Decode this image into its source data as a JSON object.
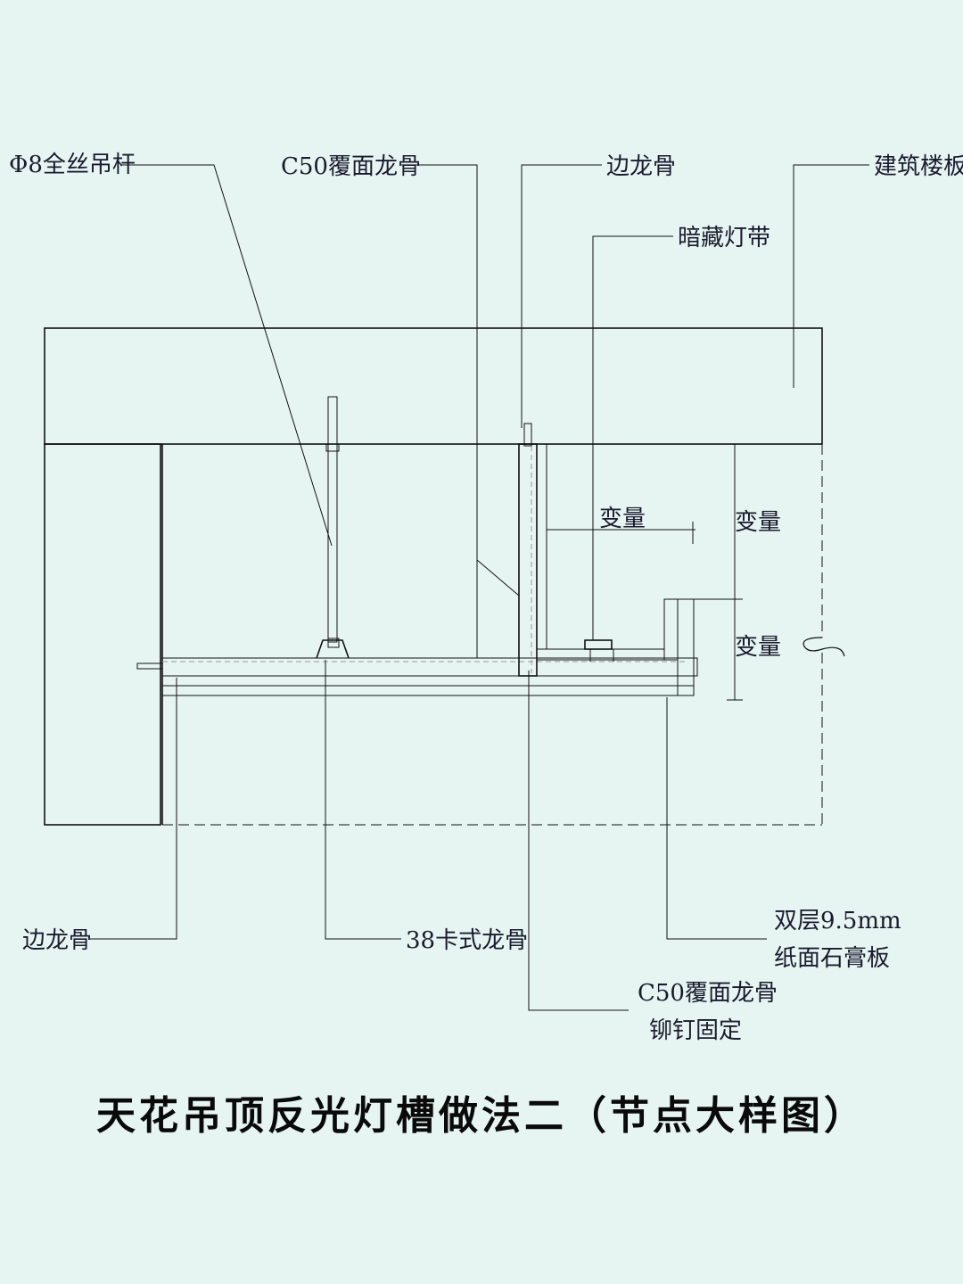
{
  "title": "天花吊顶反光灯槽做法二（节点大样图）",
  "labels": {
    "rod": "Φ8全丝吊杆",
    "c50_top": "C50覆面龙骨",
    "edge_top": "边龙骨",
    "hidden_light": "暗藏灯带",
    "slab": "建筑楼板",
    "variable_h": "变量",
    "variable_v1": "变量",
    "variable_v2": "变量",
    "edge_bottom": "边龙骨",
    "main_38": "38卡式龙骨",
    "board_line1": "双层9.5mm",
    "board_line2": "纸面石膏板",
    "c50_rivet_line1": "C50覆面龙骨",
    "c50_rivet_line2": "铆钉固定"
  },
  "colors": {
    "background": "#e6f5f2",
    "line": "#111111"
  }
}
